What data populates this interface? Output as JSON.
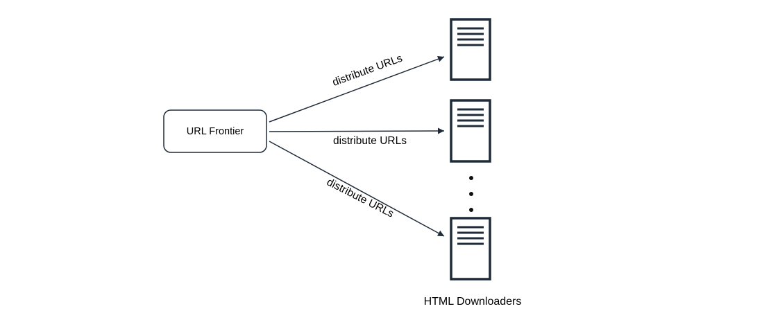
{
  "diagram": {
    "frontier": {
      "label": "URL Frontier"
    },
    "edges": [
      {
        "label": "distribute URLs"
      },
      {
        "label": "distribute URLs"
      },
      {
        "label": "distribute URLs"
      }
    ],
    "downloaders": {
      "label": "HTML Downloaders",
      "nodes": [
        {
          "icon": "server-icon"
        },
        {
          "icon": "server-icon"
        },
        {
          "icon": "server-icon"
        }
      ]
    },
    "colors": {
      "stroke": "#1f2b38",
      "text": "#000000",
      "background": "#ffffff"
    }
  }
}
